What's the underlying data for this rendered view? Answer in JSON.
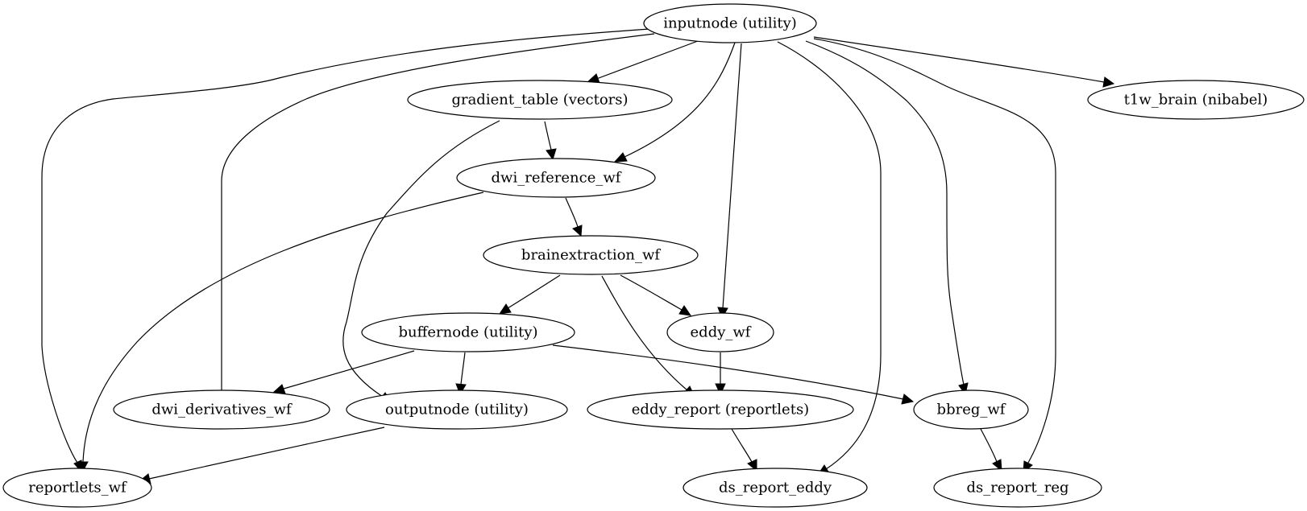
{
  "graph": {
    "nodes": {
      "inputnode": {
        "label": "inputnode (utility)"
      },
      "gradient_table": {
        "label": "gradient_table (vectors)"
      },
      "t1w_brain": {
        "label": "t1w_brain (nibabel)"
      },
      "dwi_reference_wf": {
        "label": "dwi_reference_wf"
      },
      "brainextraction_wf": {
        "label": "brainextraction_wf"
      },
      "buffernode": {
        "label": "buffernode (utility)"
      },
      "eddy_wf": {
        "label": "eddy_wf"
      },
      "dwi_derivatives_wf": {
        "label": "dwi_derivatives_wf"
      },
      "outputnode": {
        "label": "outputnode (utility)"
      },
      "eddy_report": {
        "label": "eddy_report (reportlets)"
      },
      "bbreg_wf": {
        "label": "bbreg_wf"
      },
      "reportlets_wf": {
        "label": "reportlets_wf"
      },
      "ds_report_eddy": {
        "label": "ds_report_eddy"
      },
      "ds_report_reg": {
        "label": "ds_report_reg"
      }
    },
    "edges": [
      [
        "inputnode",
        "gradient_table"
      ],
      [
        "inputnode",
        "t1w_brain"
      ],
      [
        "inputnode",
        "reportlets_wf"
      ],
      [
        "inputnode",
        "dwi_derivatives_wf"
      ],
      [
        "inputnode",
        "dwi_reference_wf"
      ],
      [
        "inputnode",
        "eddy_wf"
      ],
      [
        "inputnode",
        "ds_report_eddy"
      ],
      [
        "inputnode",
        "bbreg_wf"
      ],
      [
        "inputnode",
        "ds_report_reg"
      ],
      [
        "gradient_table",
        "dwi_reference_wf"
      ],
      [
        "gradient_table",
        "outputnode"
      ],
      [
        "dwi_reference_wf",
        "brainextraction_wf"
      ],
      [
        "dwi_reference_wf",
        "reportlets_wf"
      ],
      [
        "brainextraction_wf",
        "buffernode"
      ],
      [
        "brainextraction_wf",
        "eddy_wf"
      ],
      [
        "brainextraction_wf",
        "eddy_report"
      ],
      [
        "buffernode",
        "dwi_derivatives_wf"
      ],
      [
        "buffernode",
        "outputnode"
      ],
      [
        "buffernode",
        "bbreg_wf"
      ],
      [
        "eddy_wf",
        "eddy_report"
      ],
      [
        "outputnode",
        "reportlets_wf"
      ],
      [
        "eddy_report",
        "ds_report_eddy"
      ],
      [
        "bbreg_wf",
        "ds_report_reg"
      ]
    ]
  }
}
